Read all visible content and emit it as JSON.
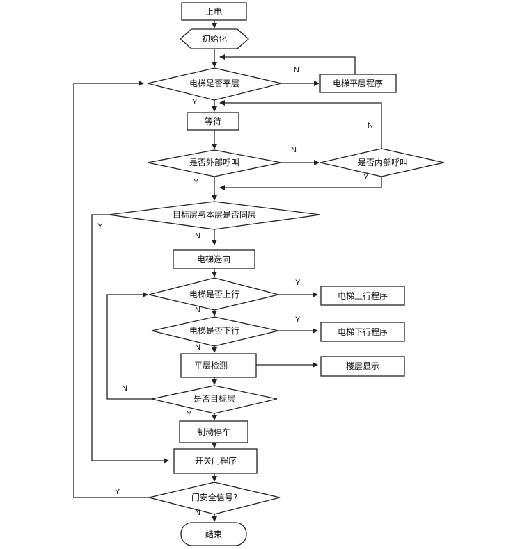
{
  "nodes": {
    "power_on": "上电",
    "initialize": "初始化",
    "is_level": "电梯是否平层",
    "leveling_program": "电梯平层程序",
    "wait": "等待",
    "external_call": "是否外部呼叫",
    "internal_call": "是否内部呼叫",
    "same_floor": "目标层与本层是否同层",
    "direction_select": "电梯选向",
    "going_up": "电梯是否上行",
    "up_program": "电梯上行程序",
    "going_down": "电梯是否下行",
    "down_program": "电梯下行程序",
    "level_detect": "平层检测",
    "floor_display": "楼层显示",
    "target_floor": "是否目标层",
    "brake_stop": "制动停车",
    "door_program": "开关门程序",
    "door_safe": "门安全信号?",
    "end": "结束"
  },
  "branch_labels": {
    "yes": "Y",
    "no": "N"
  }
}
